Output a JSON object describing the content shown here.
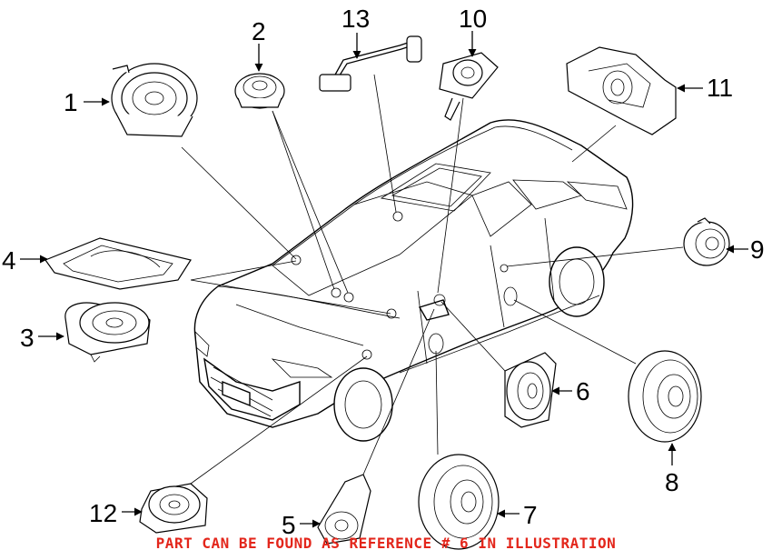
{
  "callouts": {
    "c1": "1",
    "c2": "2",
    "c3": "3",
    "c4": "4",
    "c5": "5",
    "c6": "6",
    "c7": "7",
    "c8": "8",
    "c9": "9",
    "c10": "10",
    "c11": "11",
    "c12": "12",
    "c13": "13"
  },
  "reference_note": "PART CAN BE FOUND AS REFERENCE # 6 IN ILLUSTRATION",
  "colors": {
    "note": "#e3261b",
    "lines": "#000000",
    "background": "#ffffff"
  }
}
